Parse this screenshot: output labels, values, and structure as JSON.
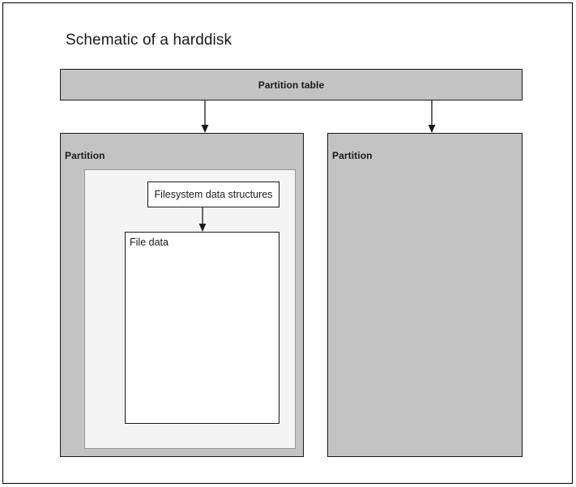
{
  "diagram": {
    "title": "Schematic of a harddisk",
    "type": "block-diagram",
    "colors": {
      "partition_fill": "#c3c3c3",
      "inner_area_fill": "#f4f4f4",
      "box_fill": "#ffffff",
      "stroke": "#1a1a1a",
      "page_background": "#ffffff"
    },
    "partition_table": {
      "label": "Partition table"
    },
    "partitions": [
      {
        "label": "Partition",
        "contents": {
          "filesystem_structures": {
            "label": "Filesystem data structures"
          },
          "file_data": {
            "label": "File data"
          }
        }
      },
      {
        "label": "Partition",
        "contents": null
      }
    ],
    "arrows": [
      {
        "name": "partition-table-to-partition-1",
        "from": "Partition table",
        "to": "Partition"
      },
      {
        "name": "partition-table-to-partition-2",
        "from": "Partition table",
        "to": "Partition"
      },
      {
        "name": "filesystem-structures-to-file-data",
        "from": "Filesystem data structures",
        "to": "File data"
      }
    ]
  }
}
